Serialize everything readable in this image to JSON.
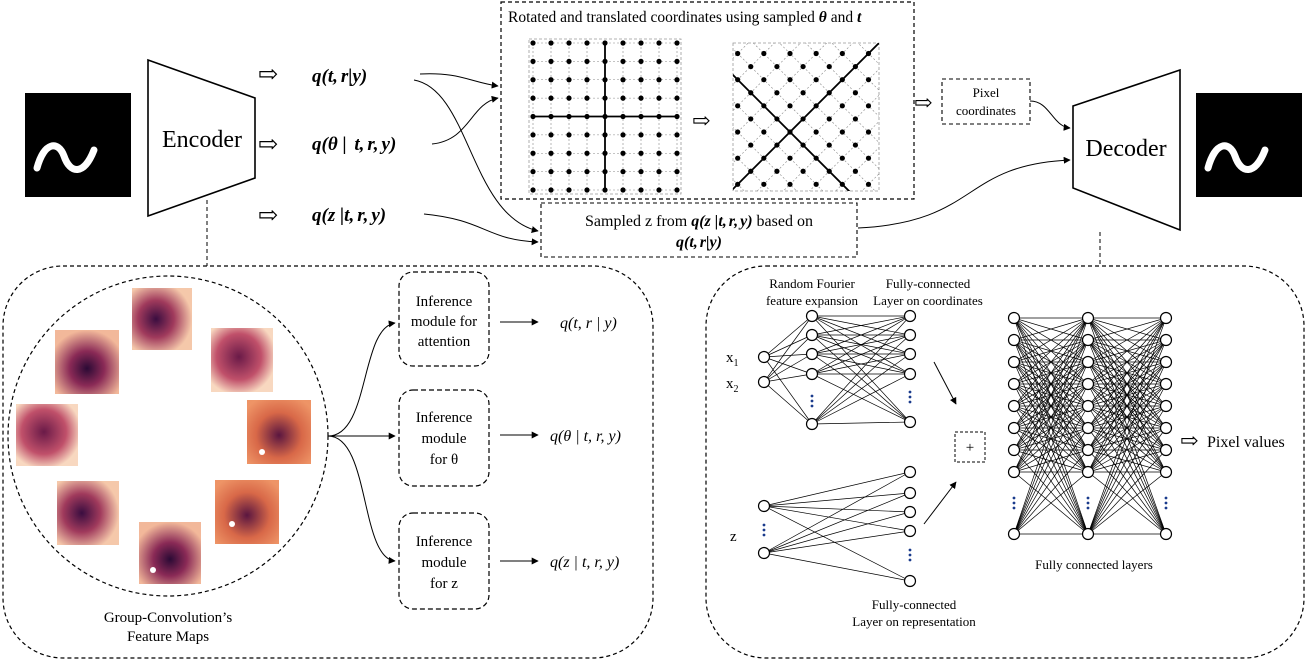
{
  "encoder": {
    "label": "Encoder"
  },
  "decoder": {
    "label": "Decoder"
  },
  "posteriors": {
    "q_tr": {
      "q": "q",
      "open": "(",
      "t": "t",
      "comma": ",",
      "r": "r",
      "bar": "|",
      "y": "y",
      "close": ")"
    },
    "q_theta": {
      "q": "q",
      "open": "(",
      "theta": "θ",
      "bar": " | ",
      "t": "t",
      "c1": ",",
      "r": "r",
      "c2": ",",
      "y": "y",
      "close": ")"
    },
    "q_z": {
      "q": "q",
      "open": "(",
      "z": "z",
      "bar": " |",
      "t": "t",
      "c1": ",",
      "r": "r",
      "c2": ",",
      "y": "y",
      "close": ")"
    }
  },
  "coords_box": {
    "title_prefix": "Rotated and translated coordinates using sampled ",
    "theta": "θ",
    "and": " and ",
    "t": "t"
  },
  "pixel_coords": {
    "line1": "Pixel",
    "line2": "coordinates"
  },
  "sampled_z": {
    "line1_prefix": "Sampled z from ",
    "q": "q",
    "open": "(",
    "z": "z",
    "bar": " |",
    "t": "t",
    "c1": ",",
    "r": "r",
    "c2": ",",
    "y": "y",
    "close": ")",
    "based_on": " based on",
    "line2": {
      "q": "q",
      "open": "(",
      "t": "t",
      "comma": ",",
      "r": "r",
      "bar": "|",
      "y": "y",
      "close": ")"
    }
  },
  "left_panel": {
    "caption_line1": "Group-Convolution’s",
    "caption_line2": "Feature Maps",
    "modules": [
      {
        "lines": [
          "Inference",
          "module for",
          "attention"
        ],
        "output": "q(t, r | y)"
      },
      {
        "lines": [
          "Inference",
          "module",
          "for θ"
        ],
        "output": "q(θ | t, r, y)"
      },
      {
        "lines": [
          "Inference",
          "module",
          "for z"
        ],
        "output": "q(z | t, r, y)"
      }
    ]
  },
  "right_panel": {
    "rff_line1": "Random Fourier",
    "rff_line2": "feature expansion",
    "fc_coord_line1": "Fully-connected",
    "fc_coord_line2": "Layer on coordinates",
    "x1": "x",
    "x1_sub": "1",
    "x2": "x",
    "x2_sub": "2",
    "z": "z",
    "plus": "+",
    "fc_repr_line1": "Fully-connected",
    "fc_repr_line2": "Layer on representation",
    "fc_layers": "Fully connected layers",
    "pixel_values": "Pixel values"
  },
  "arrow_glyph": "⇨",
  "colors": {
    "line": "#000000",
    "dashed": "#666666",
    "image_bg": "#000000"
  }
}
